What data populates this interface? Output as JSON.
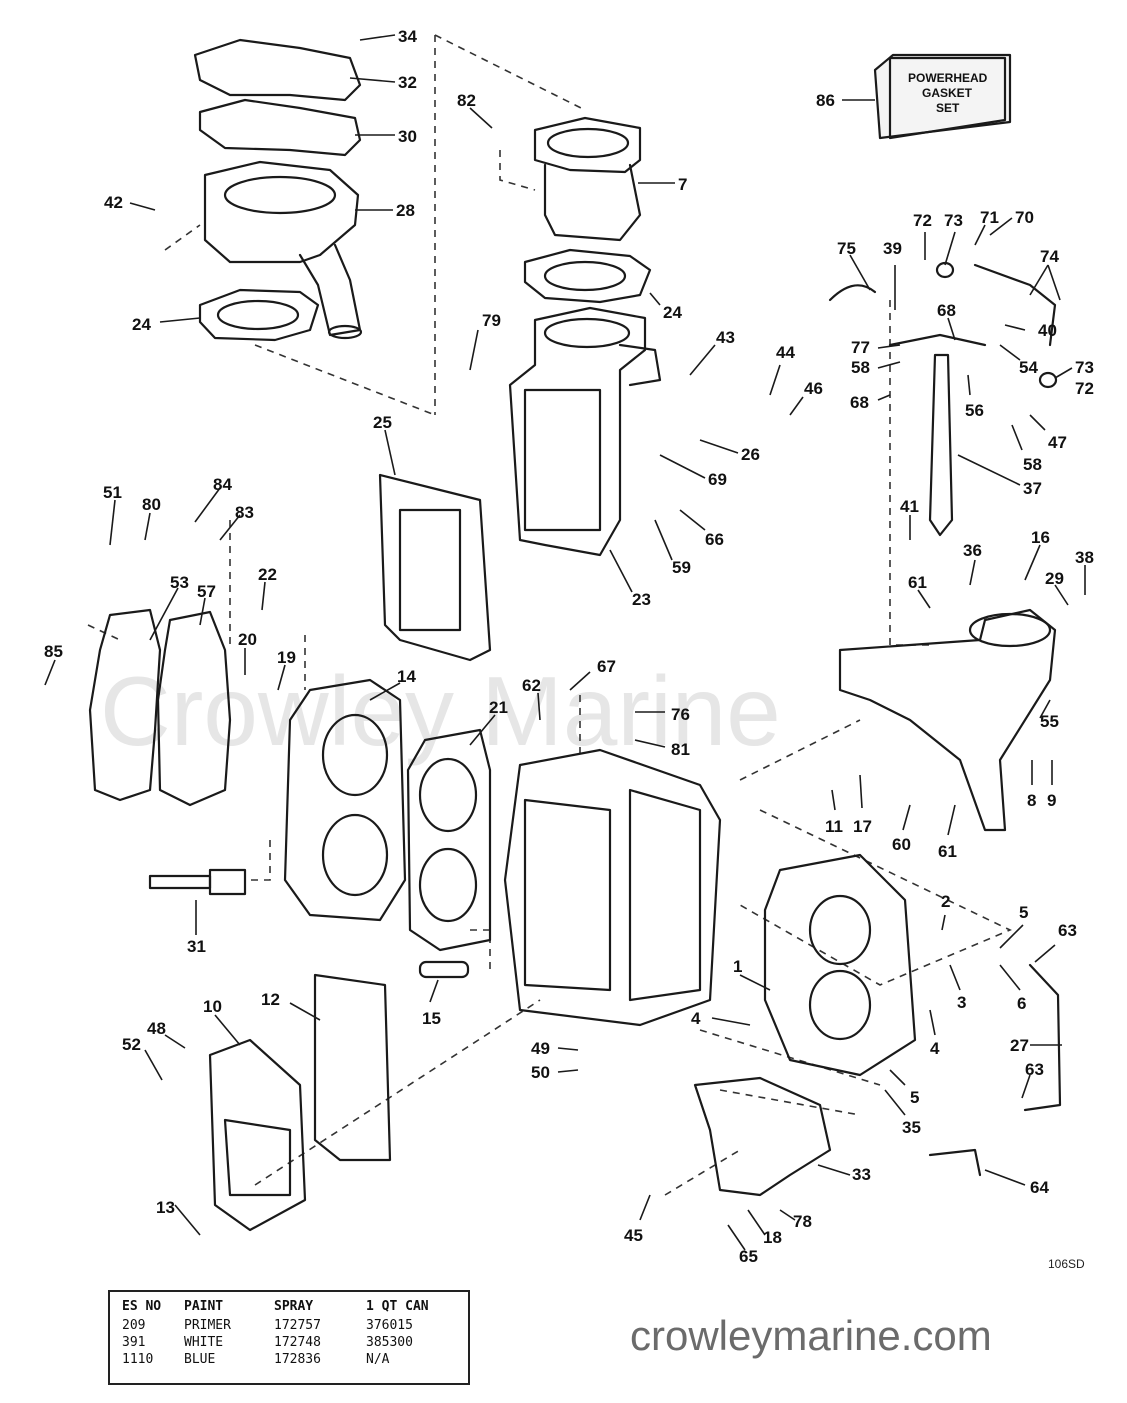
{
  "watermark": "Crowley Marine",
  "drawing_code": "106SD",
  "gasket_box": {
    "line1": "POWERHEAD",
    "line2": "GASKET",
    "line3": "SET"
  },
  "site": "crowleymarine.com",
  "paint_table": {
    "headers": [
      "ES NO",
      "PAINT",
      "SPRAY",
      "1 QT CAN"
    ],
    "rows": [
      [
        "209",
        "PRIMER",
        "172757",
        "376015"
      ],
      [
        "391",
        "WHITE",
        "172748",
        "385300"
      ],
      [
        "1110",
        "BLUE",
        "172836",
        "N/A"
      ]
    ]
  },
  "callouts": [
    {
      "id": "c34",
      "text": "34"
    },
    {
      "id": "c32",
      "text": "32"
    },
    {
      "id": "c30",
      "text": "30"
    },
    {
      "id": "c28",
      "text": "28"
    },
    {
      "id": "c42",
      "text": "42"
    },
    {
      "id": "c24a",
      "text": "24"
    },
    {
      "id": "c82",
      "text": "82"
    },
    {
      "id": "c7",
      "text": "7"
    },
    {
      "id": "c86",
      "text": "86"
    },
    {
      "id": "c24b",
      "text": "24"
    },
    {
      "id": "c79",
      "text": "79"
    },
    {
      "id": "c43",
      "text": "43"
    },
    {
      "id": "c44",
      "text": "44"
    },
    {
      "id": "c46",
      "text": "46"
    },
    {
      "id": "c26",
      "text": "26"
    },
    {
      "id": "c69",
      "text": "69"
    },
    {
      "id": "c66",
      "text": "66"
    },
    {
      "id": "c59",
      "text": "59"
    },
    {
      "id": "c23",
      "text": "23"
    },
    {
      "id": "c25",
      "text": "25"
    },
    {
      "id": "c75",
      "text": "75"
    },
    {
      "id": "c39",
      "text": "39"
    },
    {
      "id": "c72a",
      "text": "72"
    },
    {
      "id": "c73a",
      "text": "73"
    },
    {
      "id": "c71",
      "text": "71"
    },
    {
      "id": "c70",
      "text": "70"
    },
    {
      "id": "c74",
      "text": "74"
    },
    {
      "id": "c68a",
      "text": "68"
    },
    {
      "id": "c40",
      "text": "40"
    },
    {
      "id": "c77",
      "text": "77"
    },
    {
      "id": "c58a",
      "text": "58"
    },
    {
      "id": "c54",
      "text": "54"
    },
    {
      "id": "c73b",
      "text": "73"
    },
    {
      "id": "c72b",
      "text": "72"
    },
    {
      "id": "c68b",
      "text": "68"
    },
    {
      "id": "c56",
      "text": "56"
    },
    {
      "id": "c47",
      "text": "47"
    },
    {
      "id": "c58b",
      "text": "58"
    },
    {
      "id": "c37",
      "text": "37"
    },
    {
      "id": "c41",
      "text": "41"
    },
    {
      "id": "c36",
      "text": "36"
    },
    {
      "id": "c16",
      "text": "16"
    },
    {
      "id": "c38",
      "text": "38"
    },
    {
      "id": "c29",
      "text": "29"
    },
    {
      "id": "c61a",
      "text": "61"
    },
    {
      "id": "c55",
      "text": "55"
    },
    {
      "id": "c51",
      "text": "51"
    },
    {
      "id": "c80",
      "text": "80"
    },
    {
      "id": "c84",
      "text": "84"
    },
    {
      "id": "c83",
      "text": "83"
    },
    {
      "id": "c22",
      "text": "22"
    },
    {
      "id": "c53",
      "text": "53"
    },
    {
      "id": "c57",
      "text": "57"
    },
    {
      "id": "c85",
      "text": "85"
    },
    {
      "id": "c20",
      "text": "20"
    },
    {
      "id": "c19",
      "text": "19"
    },
    {
      "id": "c14",
      "text": "14"
    },
    {
      "id": "c21",
      "text": "21"
    },
    {
      "id": "c62",
      "text": "62"
    },
    {
      "id": "c67",
      "text": "67"
    },
    {
      "id": "c76",
      "text": "76"
    },
    {
      "id": "c81",
      "text": "81"
    },
    {
      "id": "c8",
      "text": "8"
    },
    {
      "id": "c9",
      "text": "9"
    },
    {
      "id": "c11",
      "text": "11"
    },
    {
      "id": "c17",
      "text": "17"
    },
    {
      "id": "c60",
      "text": "60"
    },
    {
      "id": "c61b",
      "text": "61"
    },
    {
      "id": "c31",
      "text": "31"
    },
    {
      "id": "c15",
      "text": "15"
    },
    {
      "id": "c2",
      "text": "2"
    },
    {
      "id": "c5a",
      "text": "5"
    },
    {
      "id": "c63a",
      "text": "63"
    },
    {
      "id": "c1",
      "text": "1"
    },
    {
      "id": "c3",
      "text": "3"
    },
    {
      "id": "c6",
      "text": "6"
    },
    {
      "id": "c4a",
      "text": "4"
    },
    {
      "id": "c4b",
      "text": "4"
    },
    {
      "id": "c27",
      "text": "27"
    },
    {
      "id": "c63b",
      "text": "63"
    },
    {
      "id": "c10",
      "text": "10"
    },
    {
      "id": "c12",
      "text": "12"
    },
    {
      "id": "c48",
      "text": "48"
    },
    {
      "id": "c52",
      "text": "52"
    },
    {
      "id": "c49",
      "text": "49"
    },
    {
      "id": "c50",
      "text": "50"
    },
    {
      "id": "c5b",
      "text": "5"
    },
    {
      "id": "c35",
      "text": "35"
    },
    {
      "id": "c33",
      "text": "33"
    },
    {
      "id": "c64",
      "text": "64"
    },
    {
      "id": "c78",
      "text": "78"
    },
    {
      "id": "c45",
      "text": "45"
    },
    {
      "id": "c18",
      "text": "18"
    },
    {
      "id": "c65",
      "text": "65"
    },
    {
      "id": "c13",
      "text": "13"
    }
  ]
}
